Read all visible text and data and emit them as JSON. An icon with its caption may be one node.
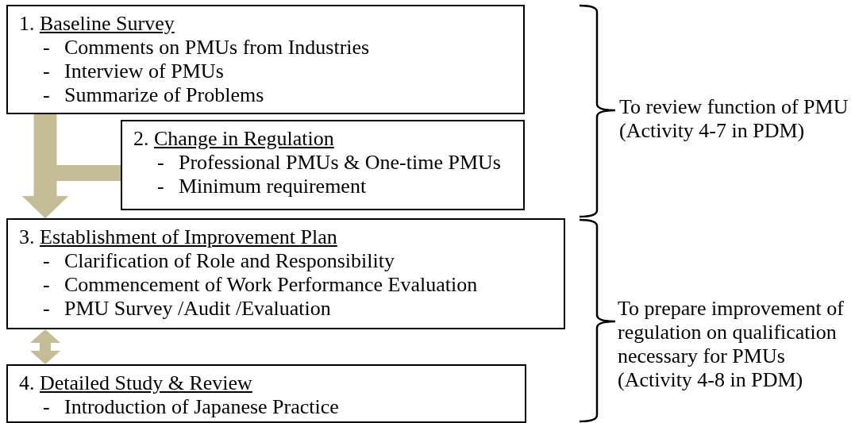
{
  "diagram": {
    "nodes": [
      {
        "text": [
          "1. Baseline Survey",
          "- Comments on PMUs from Industries",
          "- Interview of PMUs",
          "- Summarize of Problems"
        ]
      },
      {
        "text": [
          "2. Change in Regulation",
          "- Professional PMUs & One-time PMUs",
          "- Minimum requirement"
        ]
      },
      {
        "text": [
          "3. Establishment of Improvement Plan",
          "- Clarification of Role and Responsibility",
          "- Commencement of Work Performance Evaluation",
          "- PMU Survey /Audit /Evaluation"
        ]
      },
      {
        "text": [
          "4. Detailed Study & Review",
          "- Introduction of Japanese Practice"
        ]
      }
    ],
    "edges": [
      {
        "from": 0,
        "to": 2,
        "arrow": "to"
      },
      {
        "from": 1,
        "to": 2,
        "arrow": "to"
      },
      {
        "from": 2,
        "to": 3,
        "arrow": "both"
      }
    ],
    "labels": [
      "To review function of PMU (Activity 4-7 in PDM)",
      "To prepare improvement of regulation on qualification necessary for PMUs (Activity 4-8 in PDM)"
    ]
  }
}
